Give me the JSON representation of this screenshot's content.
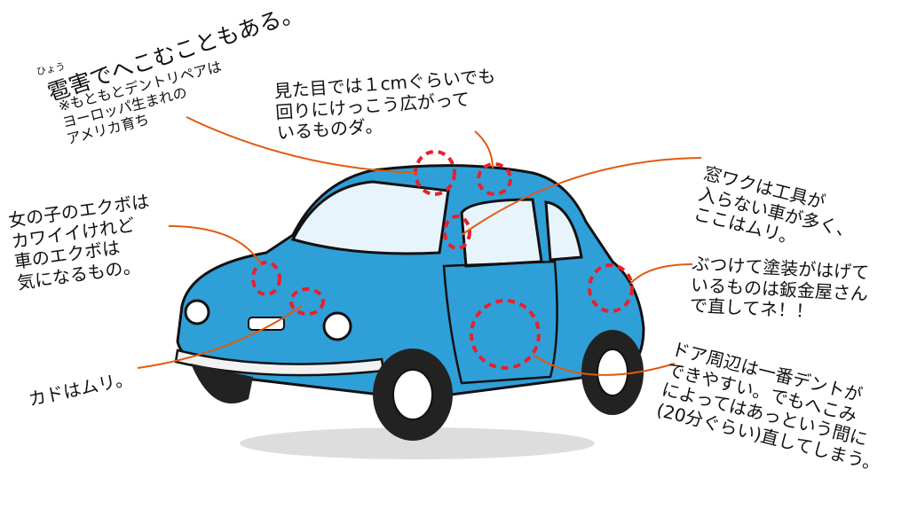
{
  "colors": {
    "car_body": "#2f9fd8",
    "car_shadow": "#1a6fa8",
    "outline": "#111111",
    "dent_marker": "#e8202a",
    "leader_line": "#e05a10"
  },
  "notes": {
    "hail": {
      "ruby": "ひょう",
      "main": "雹害でへこむこともある。",
      "sub": "※もともとデントリペアは\nヨーロッパ生まれの\nアメリカ育ち"
    },
    "spread": "見た目では１cmぐらいでも\n回りにけっこう広がって\nいるものダ。",
    "dimple": "女の子のエクボは\nカワイイけれど\n車のエクボは\n気になるもの。",
    "window_frame": "窓ワクは工具が\n入らない車が多く、\nここはムリ。",
    "paint": "ぶつけて塗装がはげて\nいるものは鈑金屋さん\nで直してネ！！",
    "corner": "カドはムリ。",
    "door": "ドア周辺は一番デントが\nできやすい。でもへこみ\nによってはあっという間に\n(20分ぐらい)直してしまう。"
  }
}
